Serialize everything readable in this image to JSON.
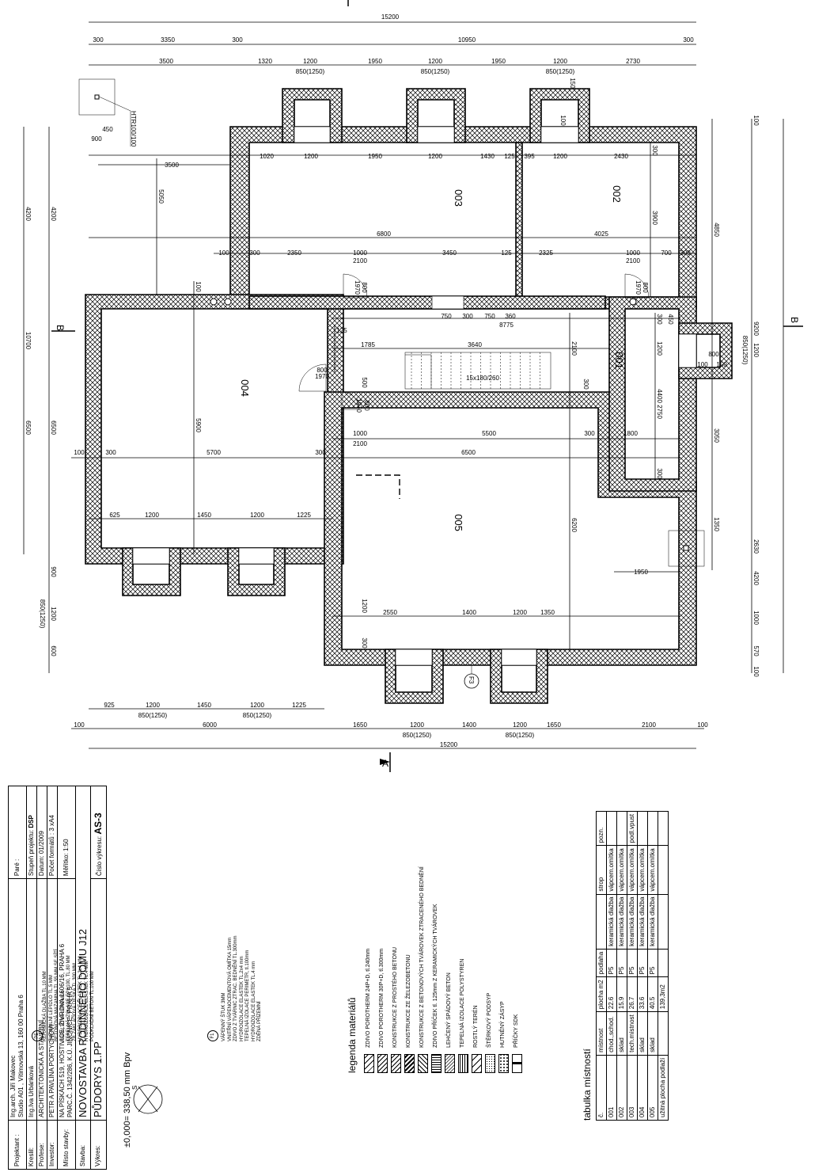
{
  "dims": {
    "top_total": "15200",
    "top_row1": [
      "300",
      "3350",
      "300",
      "10950",
      "300"
    ],
    "top_row2": [
      "3500",
      "1320",
      "1200",
      "1950",
      "1200",
      "1950",
      "1200",
      "2730"
    ],
    "window": "850(1250)",
    "w150": "150",
    "w100": "100",
    "bottom_total": "15200",
    "bottom_row1": [
      "925",
      "1200",
      "1450",
      "1200",
      "1225"
    ],
    "bottom_row2": [
      "100",
      "6000",
      "1650",
      "1200",
      "1400",
      "1200",
      "1650",
      "2100",
      "100"
    ],
    "left_total": "10700",
    "left_4200": "4200",
    "left_6500": "6500",
    "left_900": "900",
    "left_1200": "1200",
    "left_600": "600",
    "right_9200": "9200",
    "right_4850": "4850",
    "right_3050": "3050",
    "right_2630": "2630",
    "right_4200": "4200",
    "right_1000": "1000",
    "right_570": "570",
    "right_1350": "1350",
    "right_1950": "1950",
    "right_1200": "1200",
    "right_800": "800",
    "right_100": "100",
    "right_150": "150",
    "right_450": "450",
    "right_300": "300",
    "right_1800": "1800",
    "right_2750": "2750",
    "right_4400": "4400",
    "right_2100": "2100",
    "r003_row": [
      "1020",
      "1200",
      "1950",
      "1200",
      "1430",
      "125",
      "395",
      "1200",
      "2430"
    ],
    "r_6800": "6800",
    "r_4025": "4025",
    "r_row3": [
      "100",
      "300",
      "2350",
      "1000",
      "3450",
      "125",
      "2325",
      "1000",
      "700",
      "300"
    ],
    "r_2100": "2100",
    "door_a": "800",
    "door_b": "1970",
    "r_stair_row": [
      "750",
      "300",
      "750",
      "360"
    ],
    "r_8775": "8775",
    "r_125": "125",
    "r_1785": "1785",
    "r_3640": "3640",
    "stairs": "15x180/260",
    "r_500": "500",
    "r_1000": "1000",
    "r_5500": "5500",
    "r_6500": "6500",
    "r_5700": "5700",
    "r_5900": "5900",
    "r_5050": "5050",
    "r_3500": "3500",
    "r_450": "450",
    "r_900": "900",
    "htr": "HTR100/100",
    "r004_row": [
      "625",
      "1200",
      "1450",
      "1200",
      "1225"
    ],
    "r005_row": [
      "2550",
      "1400",
      "1200",
      "1350"
    ],
    "r_6200": "6200",
    "r_3900": "3900",
    "r_1200": "1200"
  },
  "rooms": [
    "003",
    "002",
    "004",
    "001",
    "005"
  ],
  "section_a": "A",
  "section_b": "B",
  "marker_f3": "F3",
  "tabulka": {
    "title": "tabulka místností",
    "headers": [
      "č.",
      "místnost",
      "plocha m2",
      "podlaha",
      "",
      "strop",
      "pozn."
    ],
    "rows": [
      [
        "001",
        "chod.,schod.",
        "22.6",
        "P5",
        "keramická dlažba",
        "vápcem.omítka",
        ""
      ],
      [
        "002",
        "sklad",
        "15.9",
        "P5",
        "keramická dlažba",
        "vápcem.omítka",
        ""
      ],
      [
        "003",
        "tech.místnost",
        "26.7",
        "P5",
        "keramická dlažba",
        "vápcem.omítka",
        "podl.vpust"
      ],
      [
        "004",
        "sklad",
        "33.6",
        "P5",
        "keramická dlažba",
        "vápcem.omítka",
        ""
      ],
      [
        "005",
        "sklad",
        "40.5",
        "P5",
        "keramická dlažba",
        "vápcem.omítka",
        ""
      ]
    ],
    "total_label": "užitná plocha podlaží",
    "total_value": "139,3m2"
  },
  "legend": {
    "title": "legenda materiálů",
    "items": [
      "ZDIVO POROTHERM 24P+D, tl.240mm",
      "ZDIVO POROTHERM 30P+D, tl.300mm",
      "KONSTRUKCE Z PROSTÉHO BETONU",
      "KONSTRUKCE ZE ŽELEZOBETONU",
      "KONSTRUKCE Z BETONOVÝCH TVÁROVEK ZTRACENÉHO BEDNĚNÍ",
      "ZDIVO PŘÍČEK tl. 125mm Z KERAMICKÝCH TVÁROVEK",
      "LEHČENÝ SPÁDOVÝ BETON",
      "TEPELNÁ IZOLACE POLYSTYREN",
      "ROSTLÝ TERÉN",
      "ŠTĚRKOVÝ PODSYP",
      "HUTNĚNÝ ZÁSYP",
      "PŘÍČKY SDK"
    ]
  },
  "f1": {
    "tag": "F1",
    "lines": [
      "VÁPENNÝ ŠTUK 3MM",
      "VNITŘNÍ VÁPENOCEMENTOVÁ OMÍTKA 15mm",
      "ZDIVO Z TVÁRNIC ZTRAC. BEDNĚNÍ TL.300mm",
      "HYDROIZOLACE ELASTEK TL.2x4 mm",
      "TEPELNÁ IZOLACE PERIMETR, tl.100mm",
      "HYDROIZOLACE ELASTEK TL.4 mm",
      "ZDĚNÁ PŘÍZEMNÍ"
    ]
  },
  "p5": {
    "tag": "P5",
    "lines": [
      "KERAMICKÁ DLAŽBA TL.10 MM",
      "FLEXIBILNÍ LEPIDLO TL.5 MM",
      "BETONOVÁ MAZANINA TL.55 MM SE SÍTÍ",
      "ASFALTOVÁ LEPENKA",
      "TEPELNÁ IZOLACE EPS100, TL.80 MM",
      "ŽB ZÁKLADOVÁ DESKA TL.300 MM",
      "HYDROIZOLACE ELASTEK TL.2x4 MM",
      "HYDROIZOLACE ELASTEK TL.4 MM",
      "PODKLADNÍ BETON TL.100 MM"
    ]
  },
  "level": "±0,000= 338,50 mm Bpv",
  "titleblock": {
    "projektant_label": "Projektant :",
    "projektant": [
      "Ing.arch. Jiří Makovec",
      "Studio A01 , Vítimovská 13, 160 00 Praha 6"
    ],
    "kreslil_label": "Kreslil:",
    "kreslil": "Ing.Iva Urbánková",
    "profese_label": "Profese:",
    "profese": "ARCHITEKTONICKÁ A STAVEBNÍ",
    "investor_label": "Investor:",
    "investor": "PETR A PAVLÍNA PORTYCHOVI",
    "misto_label": "Místo stavby:",
    "misto": "NA PÍSKÁCH 519, HOSTIVICE; ŽIVROVA 1606/16, PRAHA 6",
    "parc": "PARC.Č. 1342/286, K.Ú. JINONICE, PRAHA 5",
    "stavba_label": "Stavba:",
    "stavba": "NOVOSTAVBA RODINNÉHO DOMU J12",
    "vykres_label": "Výkres:",
    "vykres": "PŮDORYS 1.PP",
    "pare_label": "Paré :",
    "stupen_label": "Stupeň projektu:",
    "stupen": "DSP",
    "datum_label": "Datum:",
    "datum": "01/2009",
    "pocet_label": "Počet formátů :",
    "pocet": "3 xA4",
    "meritko_label": "Měřítko:",
    "meritko": "1:50",
    "cislo_label": "Číslo výkresu:",
    "cislo": "AS-3"
  },
  "north": "S"
}
